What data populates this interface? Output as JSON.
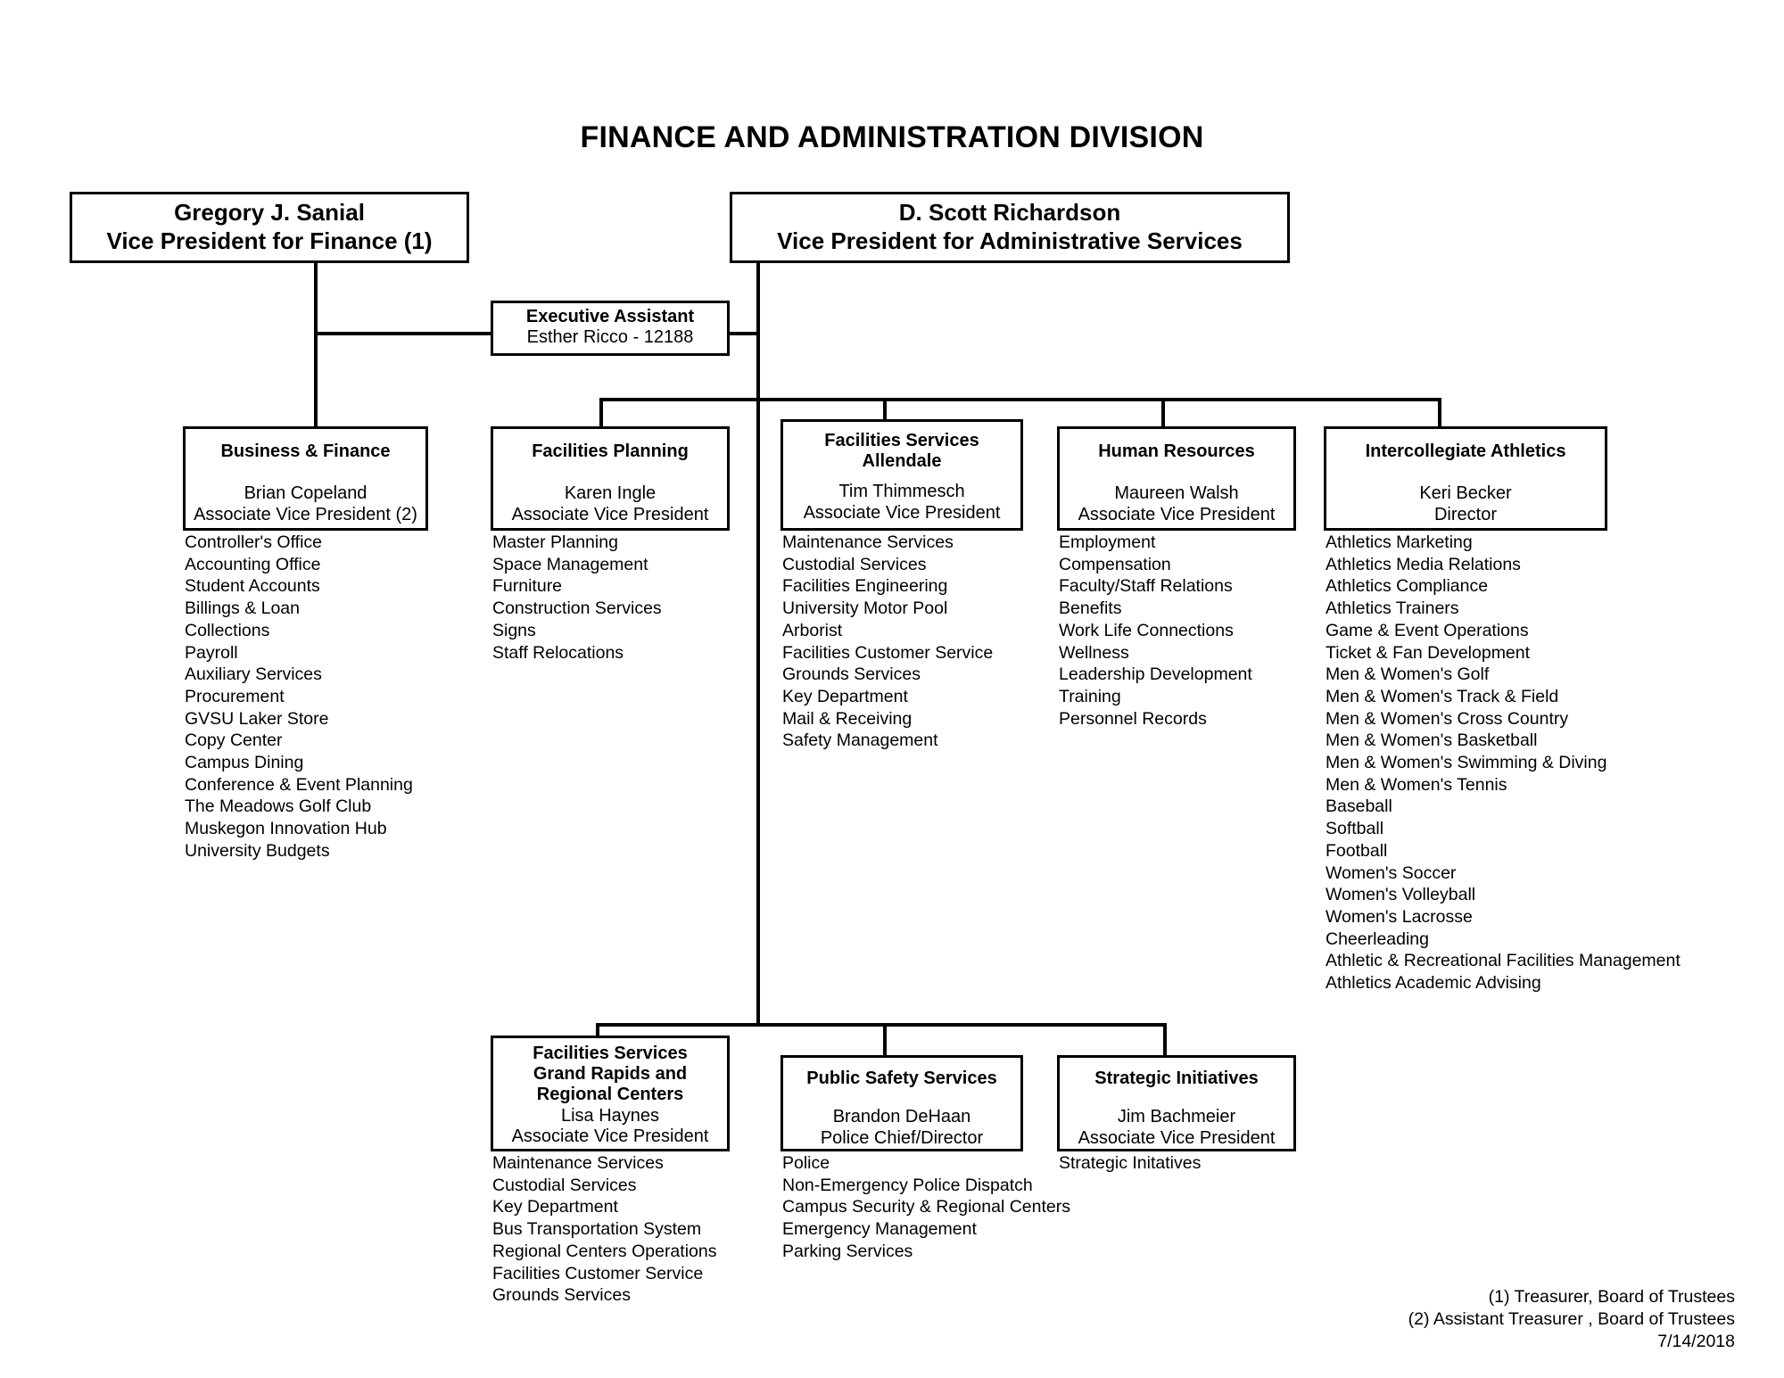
{
  "title": "FINANCE AND ADMINISTRATION DIVISION",
  "executives": {
    "finance_vp": {
      "name": "Gregory J. Sanial",
      "role": "Vice President for Finance (1)"
    },
    "admin_vp": {
      "name": "D. Scott Richardson",
      "role": "Vice President for Administrative Services"
    },
    "executive_assistant": {
      "title": "Executive Assistant",
      "person": "Esther Ricco - 12188"
    }
  },
  "departments": [
    {
      "title": "Business & Finance",
      "person": "Brian Copeland",
      "role": "Associate Vice President (2)",
      "items": [
        "Controller's Office",
        "Accounting Office",
        "Student Accounts",
        "Billings & Loan",
        "Collections",
        "Payroll",
        "Auxiliary Services",
        "Procurement",
        "GVSU Laker Store",
        "Copy Center",
        "Campus Dining",
        "Conference & Event Planning",
        "The Meadows Golf Club",
        "Muskegon Innovation Hub",
        "University Budgets"
      ]
    },
    {
      "title": "Facilities Planning",
      "person": "Karen Ingle",
      "role": "Associate Vice President",
      "items": [
        "Master Planning",
        "Space Management",
        "Furniture",
        "Construction Services",
        "Signs",
        "Staff Relocations"
      ]
    },
    {
      "title_line1": "Facilities Services",
      "title_line2": "Allendale",
      "person": "Tim Thimmesch",
      "role": "Associate Vice President",
      "items": [
        "Maintenance Services",
        "Custodial Services",
        "Facilities Engineering",
        "University Motor Pool",
        "Arborist",
        "Facilities Customer Service",
        "Grounds Services",
        "Key Department",
        "Mail & Receiving",
        "Safety Management"
      ]
    },
    {
      "title": "Human Resources",
      "person": "Maureen Walsh",
      "role": "Associate Vice President",
      "items": [
        "Employment",
        "Compensation",
        "Faculty/Staff Relations",
        "Benefits",
        "Work Life Connections",
        "Wellness",
        "Leadership Development",
        "Training",
        "Personnel Records"
      ]
    },
    {
      "title": "Intercollegiate Athletics",
      "person": "Keri Becker",
      "role": "Director",
      "items": [
        "Athletics Marketing",
        "Athletics Media Relations",
        "Athletics Compliance",
        "Athletics Trainers",
        "Game & Event Operations",
        "Ticket & Fan Development",
        "Men & Women's Golf",
        "Men & Women's Track & Field",
        "Men & Women's Cross Country",
        "Men & Women's Basketball",
        "Men & Women's Swimming & Diving",
        "Men & Women's Tennis",
        "Baseball",
        "Softball",
        "Football",
        "Women's Soccer",
        "Women's Volleyball",
        "Women's Lacrosse",
        "Cheerleading",
        "Athletic & Recreational Facilities Management",
        "Athletics Academic Advising"
      ]
    }
  ],
  "bottom_departments": [
    {
      "title_line1": "Facilities Services",
      "title_line2": "Grand Rapids and",
      "title_line3": "Regional Centers",
      "person": "Lisa Haynes",
      "role": "Associate Vice President",
      "items": [
        "Maintenance Services",
        "Custodial Services",
        "Key Department",
        "Bus Transportation System",
        "Regional Centers Operations",
        "Facilities Customer Service",
        "Grounds Services"
      ]
    },
    {
      "title": "Public Safety Services",
      "person": "Brandon DeHaan",
      "role": "Police Chief/Director",
      "items": [
        "Police",
        "Non-Emergency Police Dispatch",
        "Campus Security & Regional Centers",
        "Emergency Management",
        "Parking Services"
      ]
    },
    {
      "title": "Strategic Initiatives",
      "person": "Jim Bachmeier",
      "role": "Associate Vice President",
      "items": [
        "Strategic Initatives"
      ]
    }
  ],
  "footnotes": {
    "note1": "(1) Treasurer, Board of Trustees",
    "note2": "(2) Assistant Treasurer , Board of Trustees",
    "date": "7/14/2018"
  }
}
